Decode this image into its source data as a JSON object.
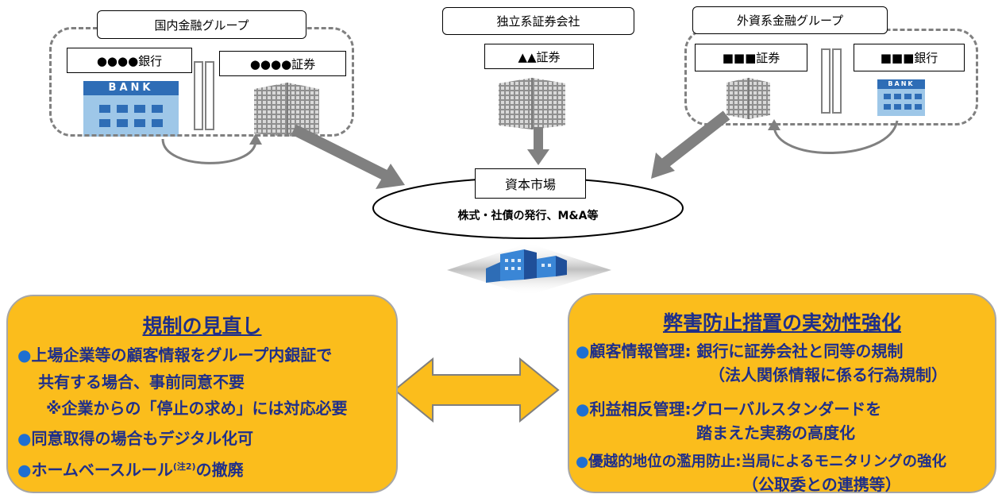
{
  "groups": {
    "domestic": {
      "title": "国内金融グループ",
      "bank": "●●●●銀行",
      "securities": "●●●●証券"
    },
    "independent": {
      "title": "独立系証券会社",
      "securities": "▲▲証券"
    },
    "foreign": {
      "title": "外資系金融グループ",
      "securities": "■■■証券",
      "bank": "■■■銀行"
    }
  },
  "bank_sign": "BANK",
  "market": {
    "title": "資本市場",
    "subtitle": "株式・社債の発行、M&A等"
  },
  "left_panel": {
    "title": "規制の見直し",
    "items": [
      "上場企業等の顧客情報をグループ内銀証で",
      "共有する場合、事前同意不要",
      "※企業からの「停止の求め」には対応必要",
      "同意取得の場合もデジタル化可",
      "ホームベースルール",
      "(注2)",
      "の撤廃"
    ]
  },
  "right_panel": {
    "title": "弊害防止措置の実効性強化",
    "items": [
      "顧客情報管理:  銀行に証券会社と同等の規制",
      "（法人関係情報に係る行為規制）",
      "利益相反管理:グローバルスタンダードを",
      "踏まえた実務の高度化",
      "優越的地位の濫用防止:当局によるモニタリングの強化",
      "（公取委との連携等）"
    ]
  },
  "colors": {
    "panel_fill": "#fbbd1c",
    "panel_text": "#1f2f8a",
    "bullet": "#1f6fd1",
    "arrow": "#808080"
  }
}
